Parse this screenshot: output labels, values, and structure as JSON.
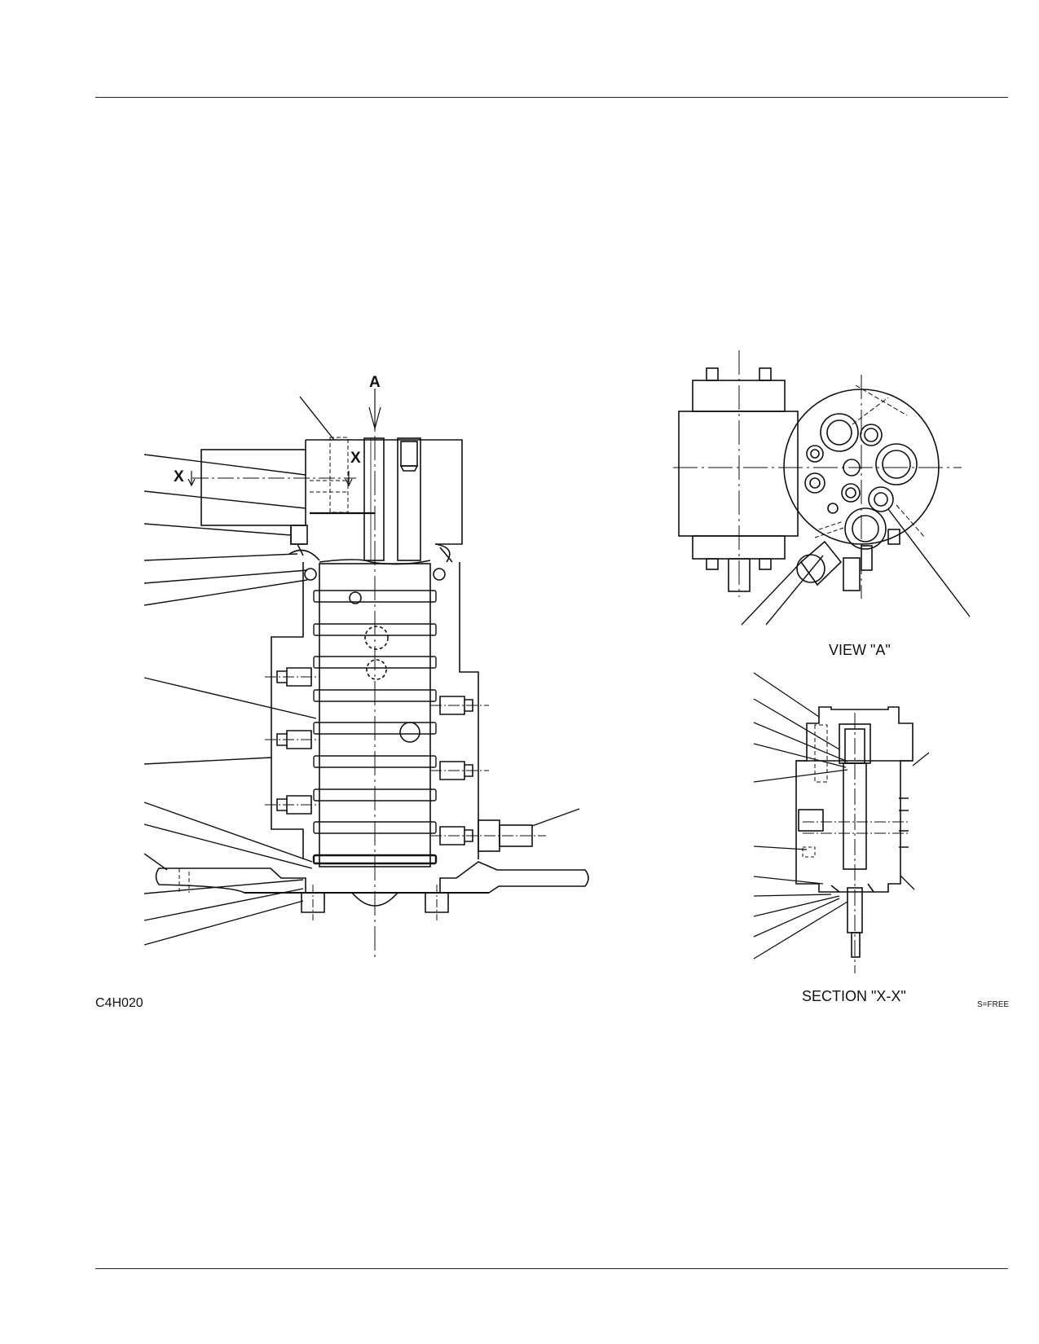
{
  "figure": {
    "code": "C4H020",
    "scale_note": "S=FREE",
    "main_view": {
      "view_arrow_letter": "A",
      "section_marker_left": "X",
      "section_marker_right": "X"
    },
    "view_a": {
      "label": "VIEW \"A\""
    },
    "section_xx": {
      "label": "SECTION \"X-X\""
    }
  },
  "colors": {
    "line": "#111111",
    "paper": "#ffffff"
  }
}
